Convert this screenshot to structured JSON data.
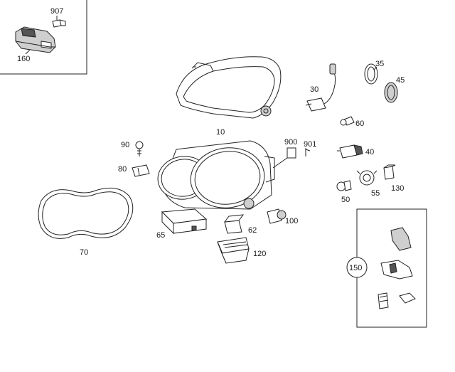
{
  "labels": {
    "p907": "907",
    "p160": "160",
    "p10": "10",
    "p30": "30",
    "p35": "35",
    "p45": "45",
    "p60": "60",
    "p40": "40",
    "p90": "90",
    "p80": "80",
    "p900": "900",
    "p901": "901",
    "p130": "130",
    "p55": "55",
    "p50": "50",
    "p70": "70",
    "p65": "65",
    "p62": "62",
    "p100": "100",
    "p120": "120",
    "p150": "150"
  }
}
